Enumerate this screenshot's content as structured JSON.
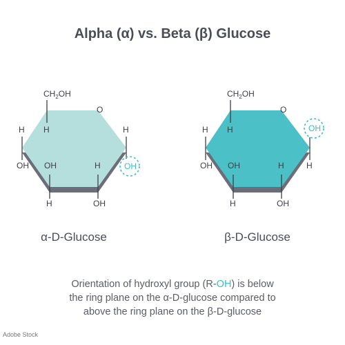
{
  "title": "Alpha (α) vs. Beta (β) Glucose",
  "colors": {
    "alpha_face": "#b5dfdc",
    "beta_face": "#4bc0c6",
    "ring_edge": "#6b6d78",
    "highlight": "#3bbfc4",
    "text": "#4a4d57"
  },
  "alpha": {
    "label": "α-D-Glucose",
    "ch2oh": "CH",
    "ch2oh_sub": "2",
    "ch2oh_tail": "OH",
    "o": "O",
    "h_c5": "H",
    "h_c4_top": "H",
    "oh_c4": "OH",
    "oh_c3": "OH",
    "h_c3": "H",
    "h_c2": "H",
    "oh_c2": "OH",
    "h_c1": "H",
    "oh_c1": "OH"
  },
  "beta": {
    "label": "β-D-Glucose",
    "ch2oh": "CH",
    "ch2oh_sub": "2",
    "ch2oh_tail": "OH",
    "o": "O",
    "h_c5": "H",
    "h_c4_top": "H",
    "oh_c4": "OH",
    "oh_c3": "OH",
    "h_c3": "H",
    "h_c2": "H",
    "oh_c2": "OH",
    "oh_c1": "OH",
    "h_c1": "H"
  },
  "caption": {
    "line1_pre": "Orientation of hydroxyl group (",
    "line1_r": "R-",
    "line1_oh": "OH",
    "line1_post": ") is below",
    "line2": "the ring plane on the α-D-glucose compared to",
    "line3": "above the ring plane on the β-D-glucose"
  },
  "side_id": "629101497",
  "brand": "Adobe Stock"
}
